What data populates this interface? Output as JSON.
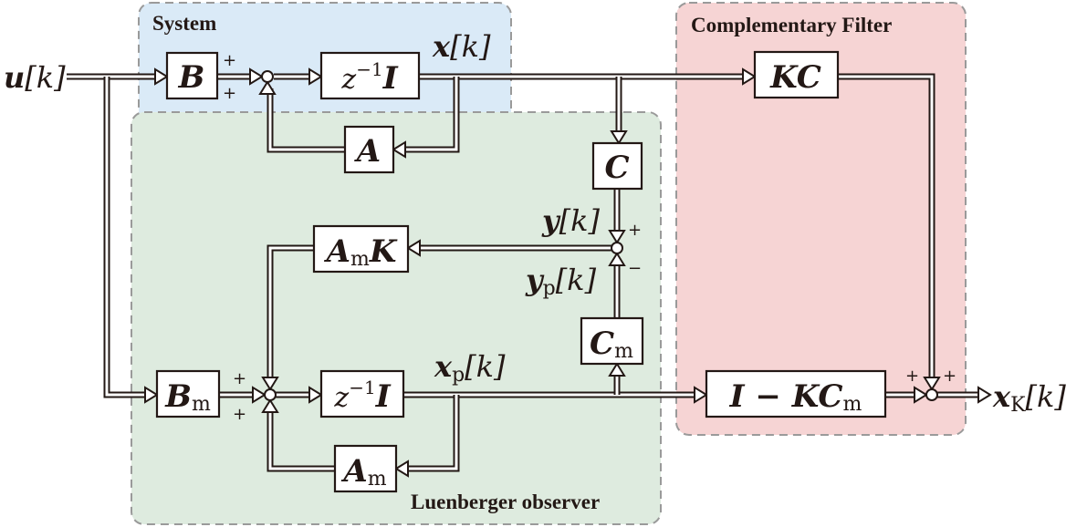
{
  "diagram": {
    "type": "block-diagram",
    "regions": [
      {
        "id": "system",
        "title": "System",
        "color": "#daeaf7"
      },
      {
        "id": "observer",
        "title": "Luenberger observer",
        "color": "#deebdf"
      },
      {
        "id": "filter",
        "title": "Complementary Filter",
        "color": "#f6d4d4"
      }
    ],
    "blocks": {
      "B": {
        "main": "B",
        "sub": ""
      },
      "z_sys": {
        "pre": "z",
        "sup": "−1",
        "main": "I"
      },
      "A": {
        "main": "A",
        "sub": ""
      },
      "KC": {
        "main": "KC",
        "sub": ""
      },
      "C": {
        "main": "C",
        "sub": ""
      },
      "AmK": {
        "main": "A",
        "sub": "m",
        "main2": "K"
      },
      "Cm": {
        "main": "C",
        "sub": "m"
      },
      "Bm": {
        "main": "B",
        "sub": "m"
      },
      "z_obs": {
        "pre": "z",
        "sup": "−1",
        "main": "I"
      },
      "Am": {
        "main": "A",
        "sub": "m"
      },
      "IKCm": {
        "main": "I − KC",
        "sub": "m"
      }
    },
    "signals": {
      "u": {
        "sym": "u",
        "sub": "",
        "arg": "[k]"
      },
      "x": {
        "sym": "x",
        "sub": "",
        "arg": "[k]"
      },
      "y": {
        "sym": "y",
        "sub": "",
        "arg": "[k]"
      },
      "yp": {
        "sym": "y",
        "sub": "p",
        "arg": "[k]"
      },
      "xp": {
        "sym": "x",
        "sub": "p",
        "arg": "[k]"
      },
      "xK": {
        "sym": "x",
        "sub": "K",
        "arg": "[k]"
      }
    },
    "signs": {
      "plus": "+",
      "minus": "−"
    },
    "colors": {
      "line": "#231815",
      "border": "#9a9a9a"
    }
  }
}
